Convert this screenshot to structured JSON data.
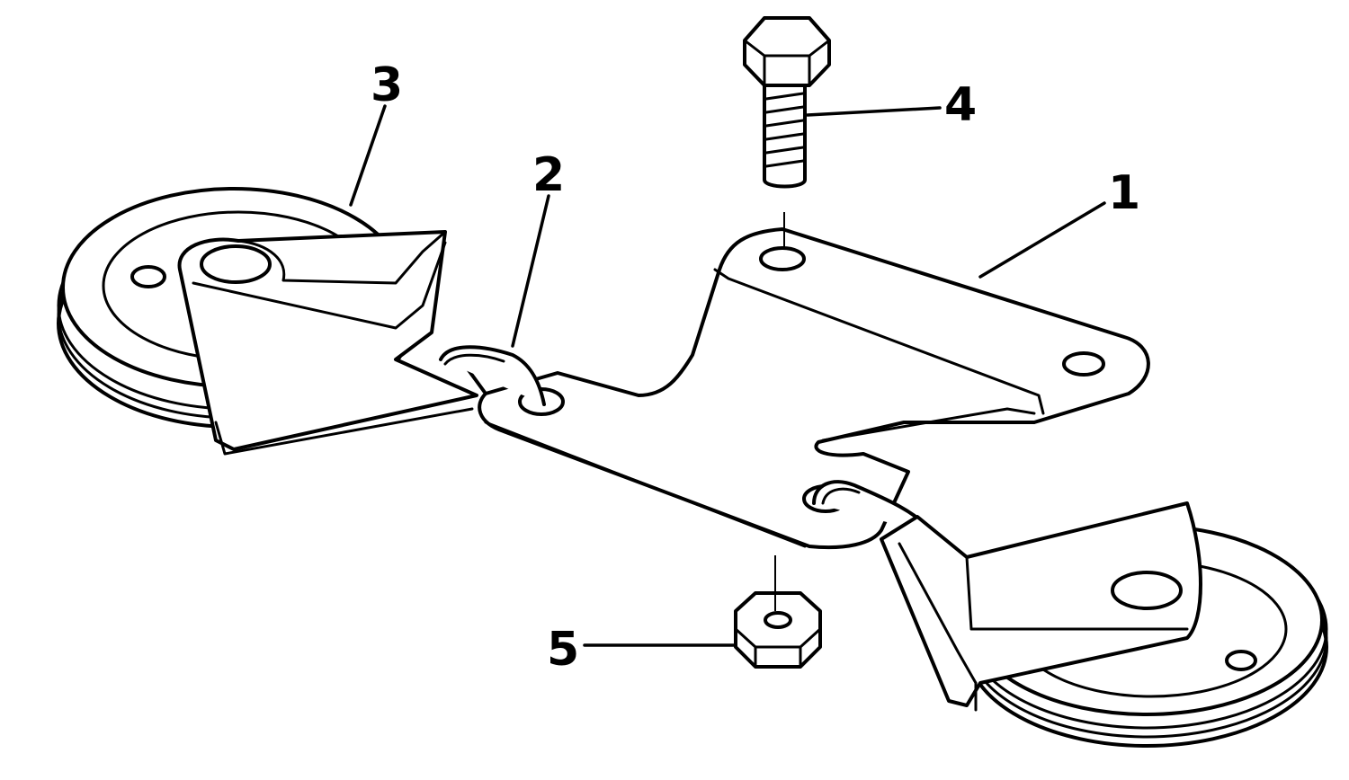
{
  "figure": {
    "type": "exploded-parts-diagram",
    "callouts": [
      {
        "number": "1",
        "part": "bracket"
      },
      {
        "number": "2",
        "part": "spring-hook"
      },
      {
        "number": "3",
        "part": "idler-pulley"
      },
      {
        "number": "4",
        "part": "bolt"
      },
      {
        "number": "5",
        "part": "nut"
      }
    ]
  },
  "colors": {
    "ink": "#000000",
    "paper": "#ffffff"
  }
}
